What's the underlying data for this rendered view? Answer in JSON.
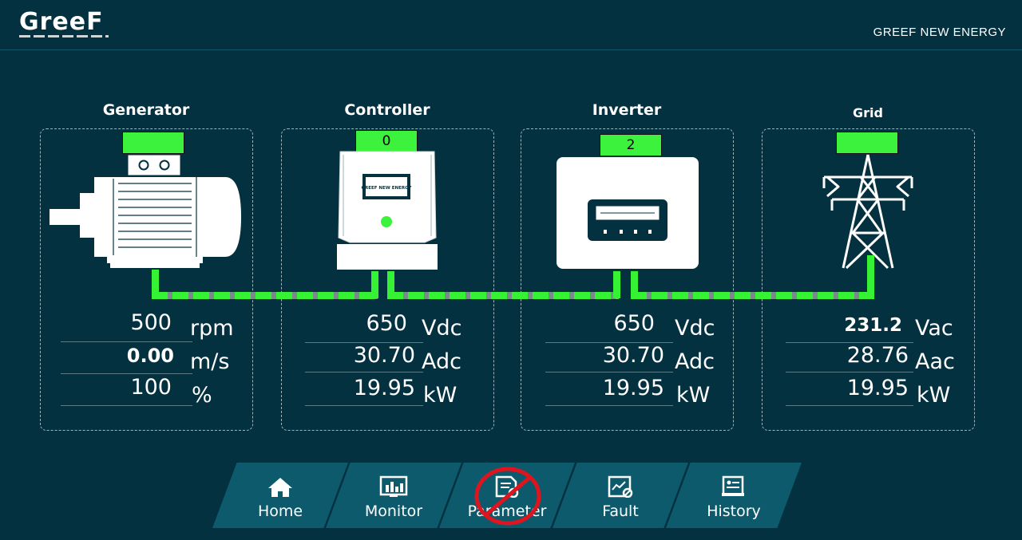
{
  "header": {
    "logo": "GreeF",
    "brand": "GREEF NEW ENERGY"
  },
  "panels": [
    {
      "title": "Generator",
      "status": "",
      "readings": [
        {
          "value": "500",
          "unit": "rpm"
        },
        {
          "value": "0.00",
          "unit": "m/s"
        },
        {
          "value": "100",
          "unit": "%"
        }
      ]
    },
    {
      "title": "Controller",
      "status": "0",
      "device_label": "GREEF NEW ENERGY",
      "readings": [
        {
          "value": "650",
          "unit": "Vdc"
        },
        {
          "value": "30.70",
          "unit": "Adc"
        },
        {
          "value": "19.95",
          "unit": "kW"
        }
      ]
    },
    {
      "title": "Inverter",
      "status": "2",
      "readings": [
        {
          "value": "650",
          "unit": "Vdc"
        },
        {
          "value": "30.70",
          "unit": "Adc"
        },
        {
          "value": "19.95",
          "unit": "kW"
        }
      ]
    },
    {
      "title": "Grid",
      "status": "",
      "readings": [
        {
          "value": "231.2",
          "unit": "Vac"
        },
        {
          "value": "28.76",
          "unit": "Aac"
        },
        {
          "value": "19.95",
          "unit": "kW"
        }
      ]
    }
  ],
  "nav": [
    {
      "label": "Home",
      "icon": "home-icon"
    },
    {
      "label": "Monitor",
      "icon": "monitor-icon"
    },
    {
      "label": "Parameter",
      "icon": "parameter-icon",
      "disabled": true
    },
    {
      "label": "Fault",
      "icon": "fault-icon"
    },
    {
      "label": "History",
      "icon": "history-icon"
    }
  ],
  "colors": {
    "background": "#043140",
    "status_green": "#3cf23c",
    "nav_bg": "#0e5a6d",
    "forbidden_red": "#e0141e"
  }
}
